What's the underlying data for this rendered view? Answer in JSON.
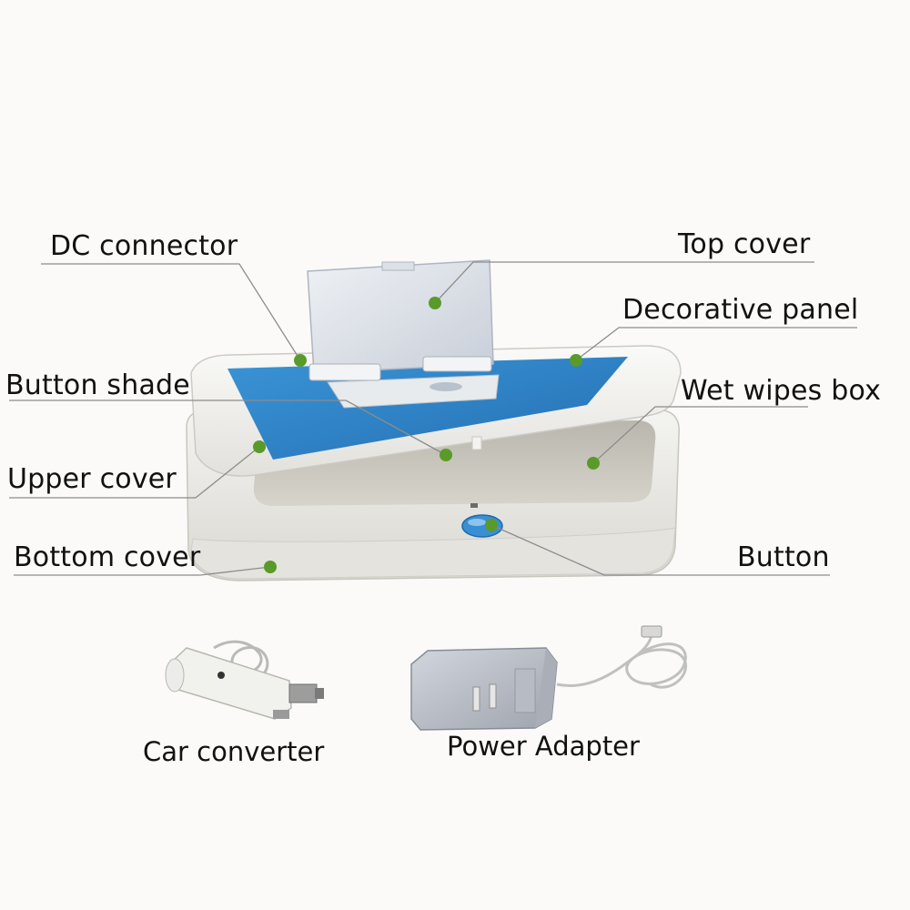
{
  "colors": {
    "background": "#fbfaf8",
    "callout_dot": "#5a9a2a",
    "leader_line": "#8c8c8c",
    "panel_blue": "#2e86c8",
    "device_white": "#e9e8e3"
  },
  "callouts": [
    {
      "id": "dc-connector",
      "text": "DC connector"
    },
    {
      "id": "top-cover",
      "text": "Top cover"
    },
    {
      "id": "decorative-panel",
      "text": "Decorative panel"
    },
    {
      "id": "button-shade",
      "text": "Button shade"
    },
    {
      "id": "wet-wipes-box",
      "text": "Wet wipes box"
    },
    {
      "id": "upper-cover",
      "text": "Upper cover"
    },
    {
      "id": "bottom-cover",
      "text": "Bottom cover"
    },
    {
      "id": "button",
      "text": "Button"
    }
  ],
  "accessories": [
    {
      "id": "car-converter",
      "text": "Car converter"
    },
    {
      "id": "power-adapter",
      "text": "Power Adapter"
    }
  ]
}
